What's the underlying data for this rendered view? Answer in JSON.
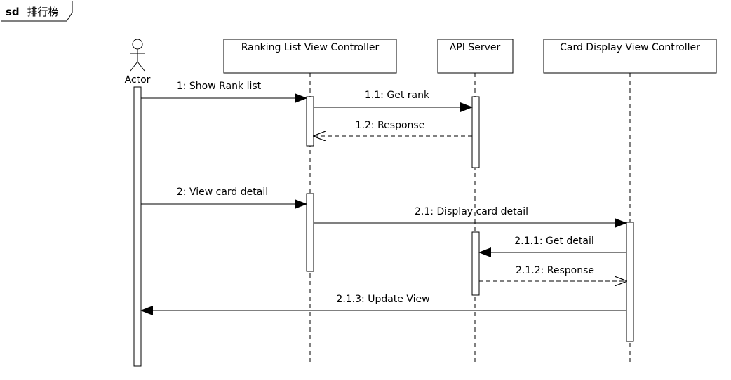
{
  "frame": {
    "keyword": "sd",
    "title": "排行榜"
  },
  "actor": {
    "name": "Actor"
  },
  "lifelines": [
    {
      "id": "ranking",
      "label": "Ranking List View Controller"
    },
    {
      "id": "api",
      "label": "API Server"
    },
    {
      "id": "card",
      "label": "Card Display View Controller"
    }
  ],
  "messages": [
    {
      "id": "m1",
      "label": "1: Show Rank list",
      "from": "actor",
      "to": "ranking",
      "kind": "sync"
    },
    {
      "id": "m11",
      "label": "1.1: Get rank",
      "from": "ranking",
      "to": "api",
      "kind": "sync"
    },
    {
      "id": "m12",
      "label": "1.2: Response",
      "from": "api",
      "to": "ranking",
      "kind": "return"
    },
    {
      "id": "m2",
      "label": "2: View card detail",
      "from": "actor",
      "to": "ranking",
      "kind": "sync"
    },
    {
      "id": "m21",
      "label": "2.1: Display card detail",
      "from": "ranking",
      "to": "card",
      "kind": "sync"
    },
    {
      "id": "m211",
      "label": "2.1.1: Get detail",
      "from": "card",
      "to": "api",
      "kind": "sync"
    },
    {
      "id": "m212",
      "label": "2.1.2: Response",
      "from": "api",
      "to": "card",
      "kind": "return"
    },
    {
      "id": "m213",
      "label": "2.1.3: Update View",
      "from": "card",
      "to": "actor",
      "kind": "sync"
    }
  ],
  "colors": {
    "line": "#000000",
    "background": "#ffffff"
  }
}
